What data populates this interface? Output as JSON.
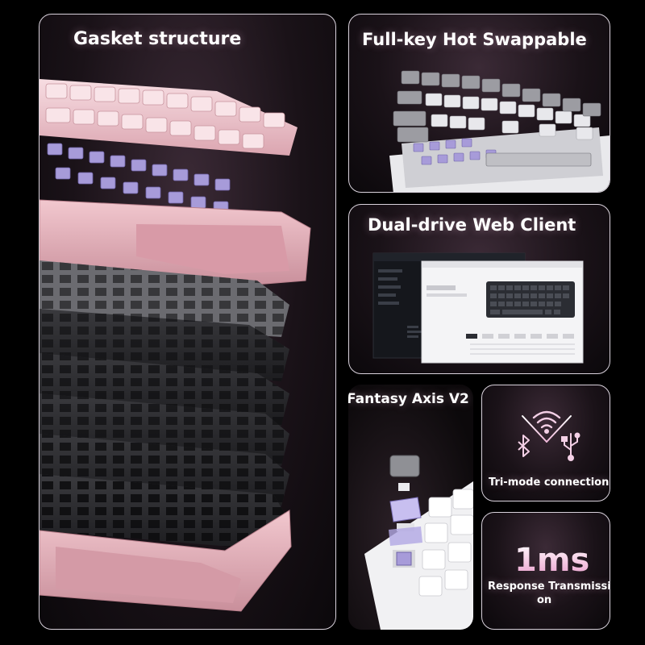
{
  "panels": {
    "gasket": {
      "title": "Gasket structure"
    },
    "hotswap": {
      "title": "Full-key Hot Swappable"
    },
    "web_client": {
      "title": "Dual-drive Web Client"
    },
    "fantasy_axis": {
      "title": "Fantasy Axis V2"
    },
    "tri_mode": {
      "caption": "Tri-mode connection"
    },
    "response": {
      "value": "1ms",
      "caption_line1": "Response Transmissi-",
      "caption_line2": "on"
    }
  },
  "colors": {
    "panel_border": "#d9d2dc",
    "pink_case": "#e8b7bf",
    "pink_keycap": "#f1c9d0",
    "switch_purple": "#a79bd9",
    "plate_dark": "#2b2b2e",
    "plate_gray": "#6b6b70",
    "accent_glow": "#f4c3e0"
  },
  "icons": [
    "bluetooth-icon",
    "wifi-icon",
    "usb-icon"
  ]
}
